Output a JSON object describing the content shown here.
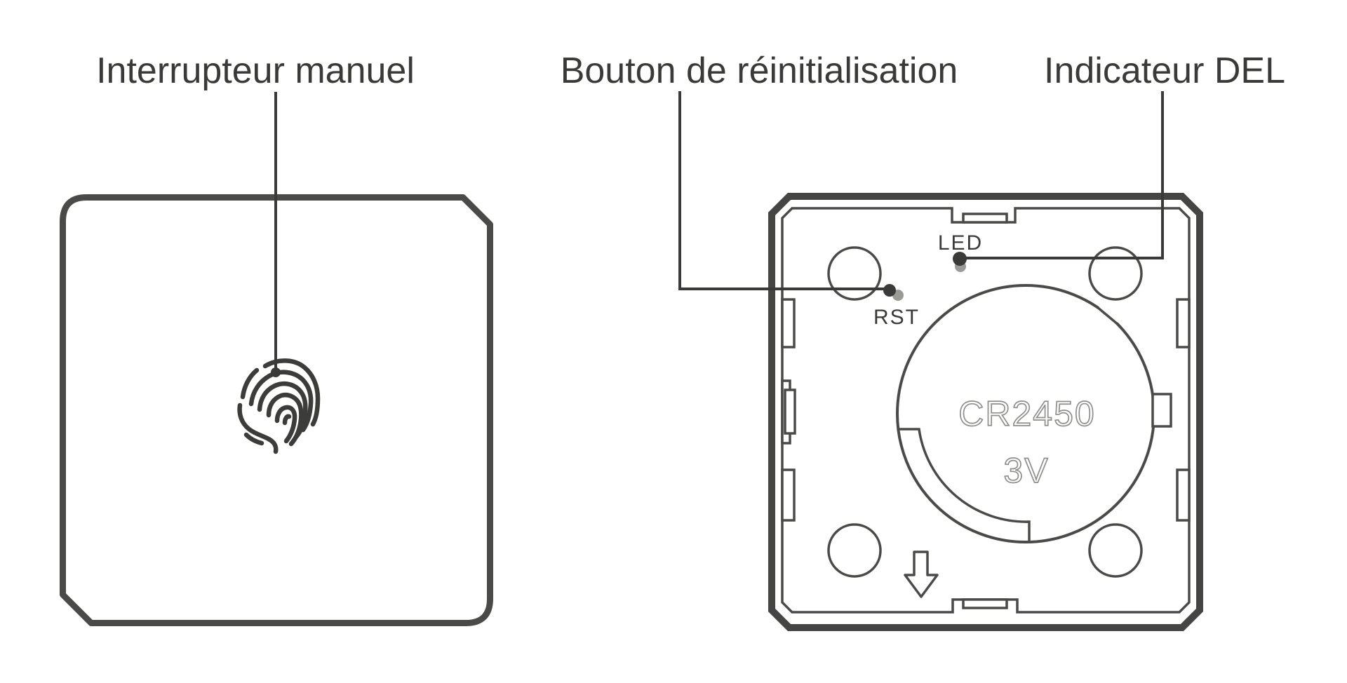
{
  "labels": {
    "manual_switch": "Interrupteur manuel",
    "reset_button": "Bouton de réinitialisation",
    "led_indicator": "Indicateur DEL"
  },
  "back_panel": {
    "led": "LED",
    "rst": "RST",
    "battery_model": "CR2450",
    "battery_voltage": "3V"
  },
  "colors": {
    "line_dark": "#3a3a38",
    "line_medium": "#4a4a48",
    "panel_border": "#454543",
    "dot_gray": "#9a9a97",
    "battery_text_outline": "#8f8f8d",
    "background": "#ffffff"
  }
}
